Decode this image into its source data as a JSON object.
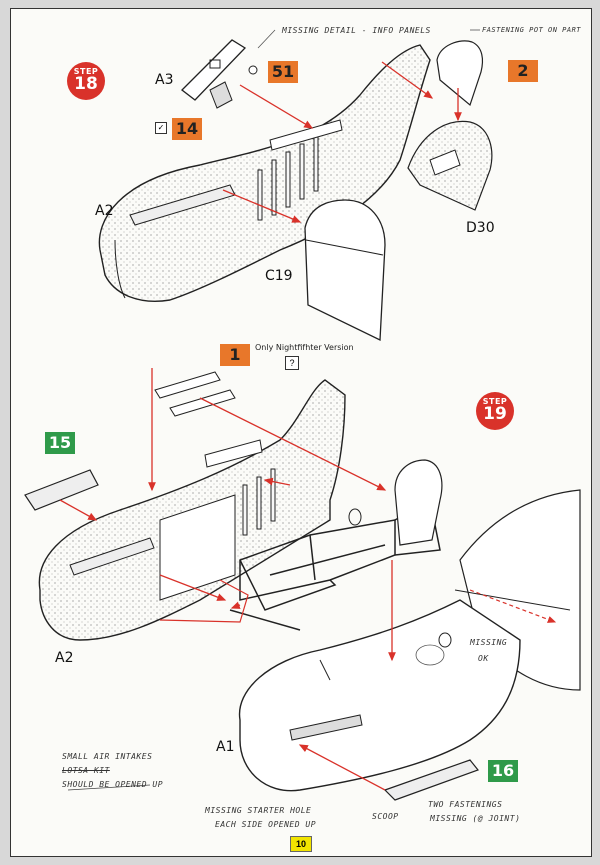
{
  "step18": {
    "word": "STEP",
    "number": "18"
  },
  "step19": {
    "word": "STEP",
    "number": "19"
  },
  "parts": {
    "p51": "51",
    "p2": "2",
    "p14": "14",
    "p1": "1",
    "p15": "15",
    "p16": "16"
  },
  "labels": {
    "a3": "A3",
    "a2_top": "A2",
    "c19": "C19",
    "d30": "D30",
    "a2_bottom": "A2",
    "a1": "A1"
  },
  "variant_note": "Only Nightfifhter Version",
  "question_mark": "?",
  "check_mark": "✓",
  "handwritten": {
    "missing_detail": "MISSING DETAIL - INFO PANELS",
    "fastening": "FASTENING POT ON PART",
    "missing_right": "MISSING",
    "ok": "OK",
    "small_air": "SMALL AIR INTAKES",
    "struck": "LOTSA KIT",
    "should_be": "SHOULD BE OPENED UP",
    "missing_starter": "MISSING STARTER HOLE",
    "each_side": "EACH SIDE OPENED UP",
    "scoop": "SCOOP",
    "two_fastenings": "TWO FASTENINGS",
    "missing_joint": "MISSING (@ JOINT)"
  },
  "page_number": "10",
  "colors": {
    "step_badge": "#d9322a",
    "orange_part": "#e8772a",
    "green_part": "#2f9a4a",
    "arrow": "#d9322a",
    "page_number": "#f2e400"
  },
  "icons": [
    "question-mark-icon",
    "check-icon",
    "arrow-icon"
  ]
}
